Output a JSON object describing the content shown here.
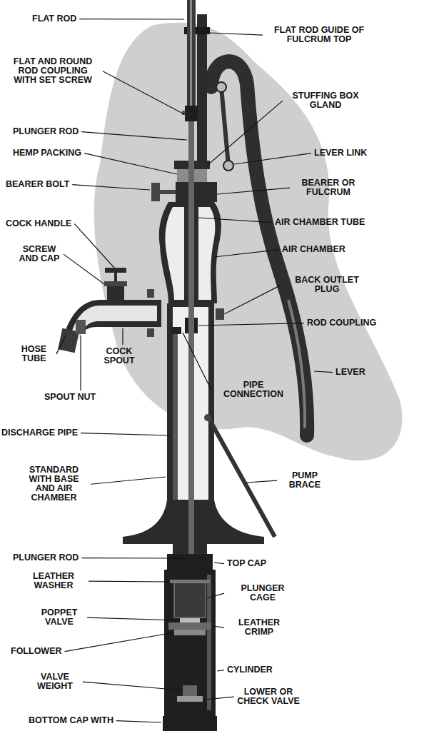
{
  "diagram": {
    "labels": [
      "FLAT ROD",
      "FLAT ROD GUIDE OF FULCRUM TOP",
      "FLAT AND ROUND ROD COUPLING WITH SET SCREW",
      "STUFFING BOX GLAND",
      "PLUNGER ROD",
      "HEMP PACKING",
      "LEVER LINK",
      "BEARER BOLT",
      "BEARER OR FULCRUM",
      "COCK HANDLE",
      "AIR CHAMBER TUBE",
      "SCREW AND CAP",
      "AIR CHAMBER",
      "BACK OUTLET PLUG",
      "ROD COUPLING",
      "HOSE TUBE",
      "COCK SPOUT",
      "LEVER",
      "SPOUT NUT",
      "PIPE CONNECTION",
      "DISCHARGE PIPE",
      "PUMP BRACE",
      "STANDARD WITH BASE AND AIR CHAMBER",
      "PLUNGER ROD",
      "TOP CAP",
      "LEATHER WASHER",
      "PLUNGER CAGE",
      "POPPET VALVE",
      "LEATHER CRIMP",
      "FOLLOWER",
      "CYLINDER",
      "VALVE WEIGHT",
      "LOWER OR CHECK VALVE",
      "BOTTOM CAP WITH"
    ]
  }
}
